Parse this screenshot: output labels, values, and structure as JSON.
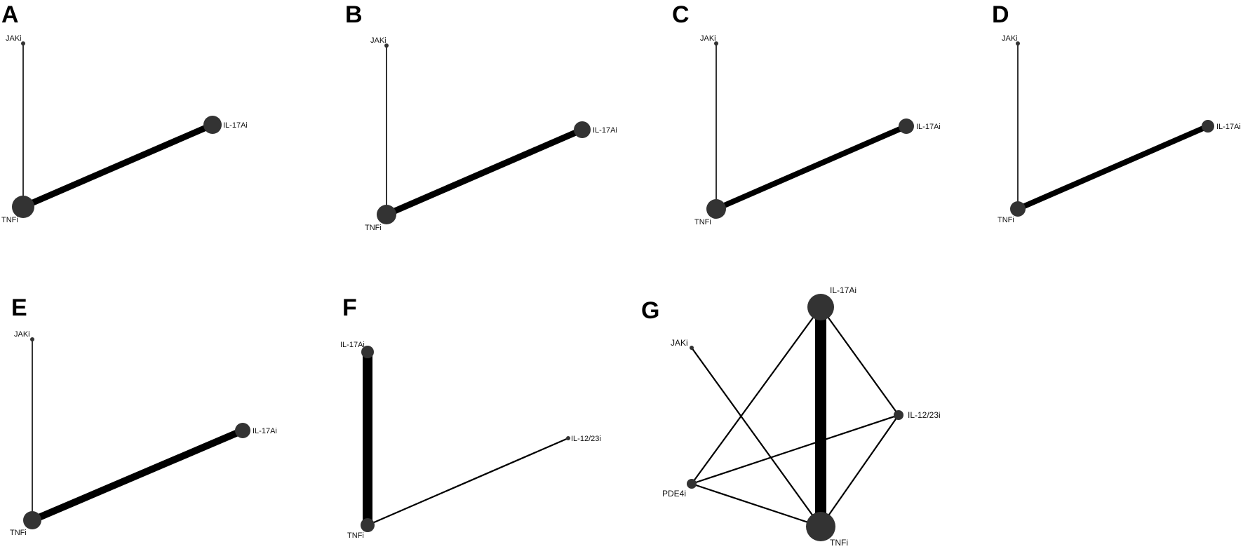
{
  "colors": {
    "node": "#333333",
    "edge": "#000000",
    "background": "#ffffff"
  },
  "panels": {
    "A": {
      "letter": "A",
      "labels": {
        "jaki": "JAKi",
        "il17ai": "IL-17Ai",
        "tnfi": "TNFi"
      }
    },
    "B": {
      "letter": "B",
      "labels": {
        "jaki": "JAKi",
        "il17ai": "IL-17Ai",
        "tnfi": "TNFi"
      }
    },
    "C": {
      "letter": "C",
      "labels": {
        "jaki": "JAKi",
        "il17ai": "IL-17Ai",
        "tnfi": "TNFi"
      }
    },
    "D": {
      "letter": "D",
      "labels": {
        "jaki": "JAKi",
        "il17ai": "IL-17Ai",
        "tnfi": "TNFi"
      }
    },
    "E": {
      "letter": "E",
      "labels": {
        "jaki": "JAKi",
        "il17ai": "IL-17Ai",
        "tnfi": "TNFi"
      }
    },
    "F": {
      "letter": "F",
      "labels": {
        "il17ai": "IL-17Ai",
        "il1223i": "IL-12/23i",
        "tnfi": "TNFi"
      }
    },
    "G": {
      "letter": "G",
      "labels": {
        "il17ai": "IL-17Ai",
        "jaki": "JAKi",
        "il1223i": "IL-12/23i",
        "pde4i": "PDE4i",
        "tnfi": "TNFi"
      }
    }
  }
}
